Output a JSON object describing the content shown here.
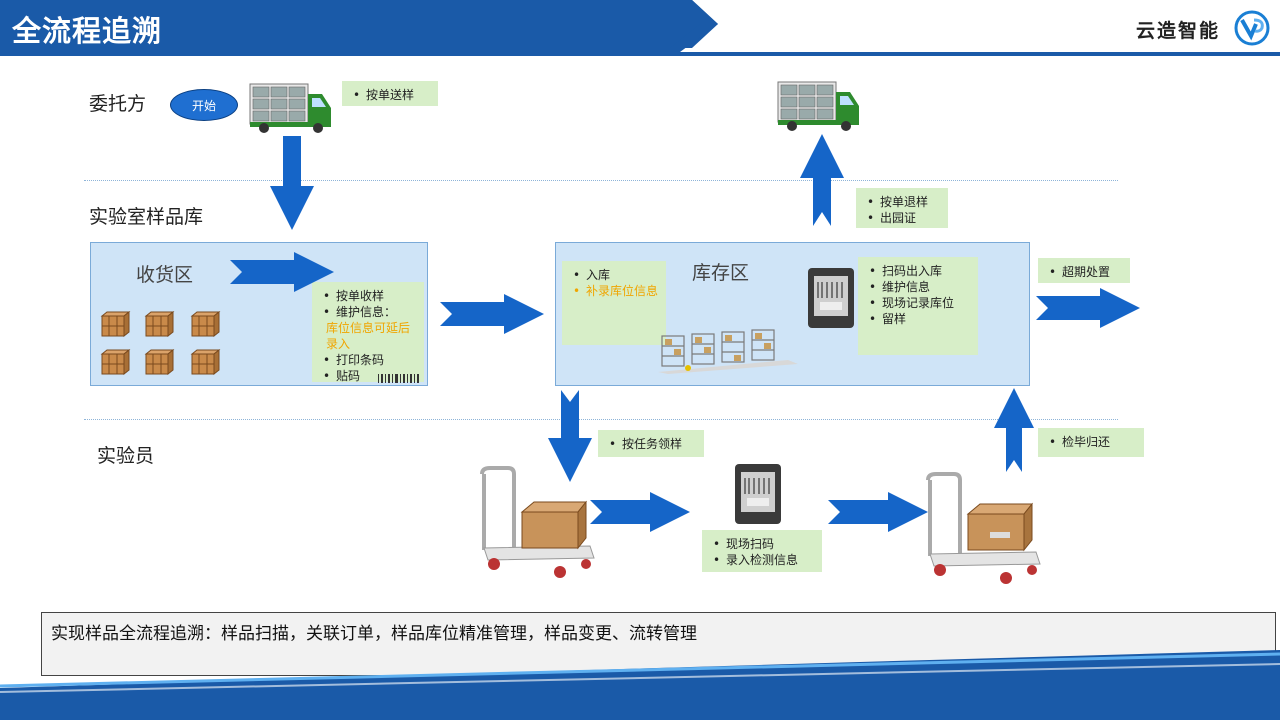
{
  "header": {
    "title": "全流程追溯",
    "brand": "云造智能",
    "bar_color": "#1a5aa8",
    "accent_color": "#ffffff"
  },
  "rows": {
    "client": "委托方",
    "sample_store": "实验室样品库",
    "lab_staff": "实验员"
  },
  "start_button": "开始",
  "zones": {
    "receiving": "收货区",
    "inventory": "库存区"
  },
  "notes": {
    "deliver": [
      "按单送样"
    ],
    "return": [
      "按单退样",
      "出园证"
    ],
    "receiving": [
      "按单收样",
      "维护信息："
    ],
    "receiving_hl": "库位信息可延后录入",
    "receiving_2": [
      "打印条码",
      "贴码"
    ],
    "inventory_left": [
      "入库"
    ],
    "inventory_left_hl": "补录库位信息",
    "inventory_right": [
      "扫码出入库",
      "维护信息",
      "现场记录库位",
      "留样"
    ],
    "overdue": [
      "超期处置"
    ],
    "take_task": [
      "按任务领样"
    ],
    "onsite": [
      "现场扫码",
      "录入检测信息"
    ],
    "check_return": [
      "检毕归还"
    ]
  },
  "summary": "实现样品全流程追溯：样品扫描，关联订单，样品库位精准管理，样品变更、流转管理",
  "colors": {
    "arrow": "#1565c8",
    "note_bg": "#d7eec8",
    "zone_bg": "#cfe4f7",
    "highlight": "#f0a500",
    "truck": "#2e8b2e"
  }
}
